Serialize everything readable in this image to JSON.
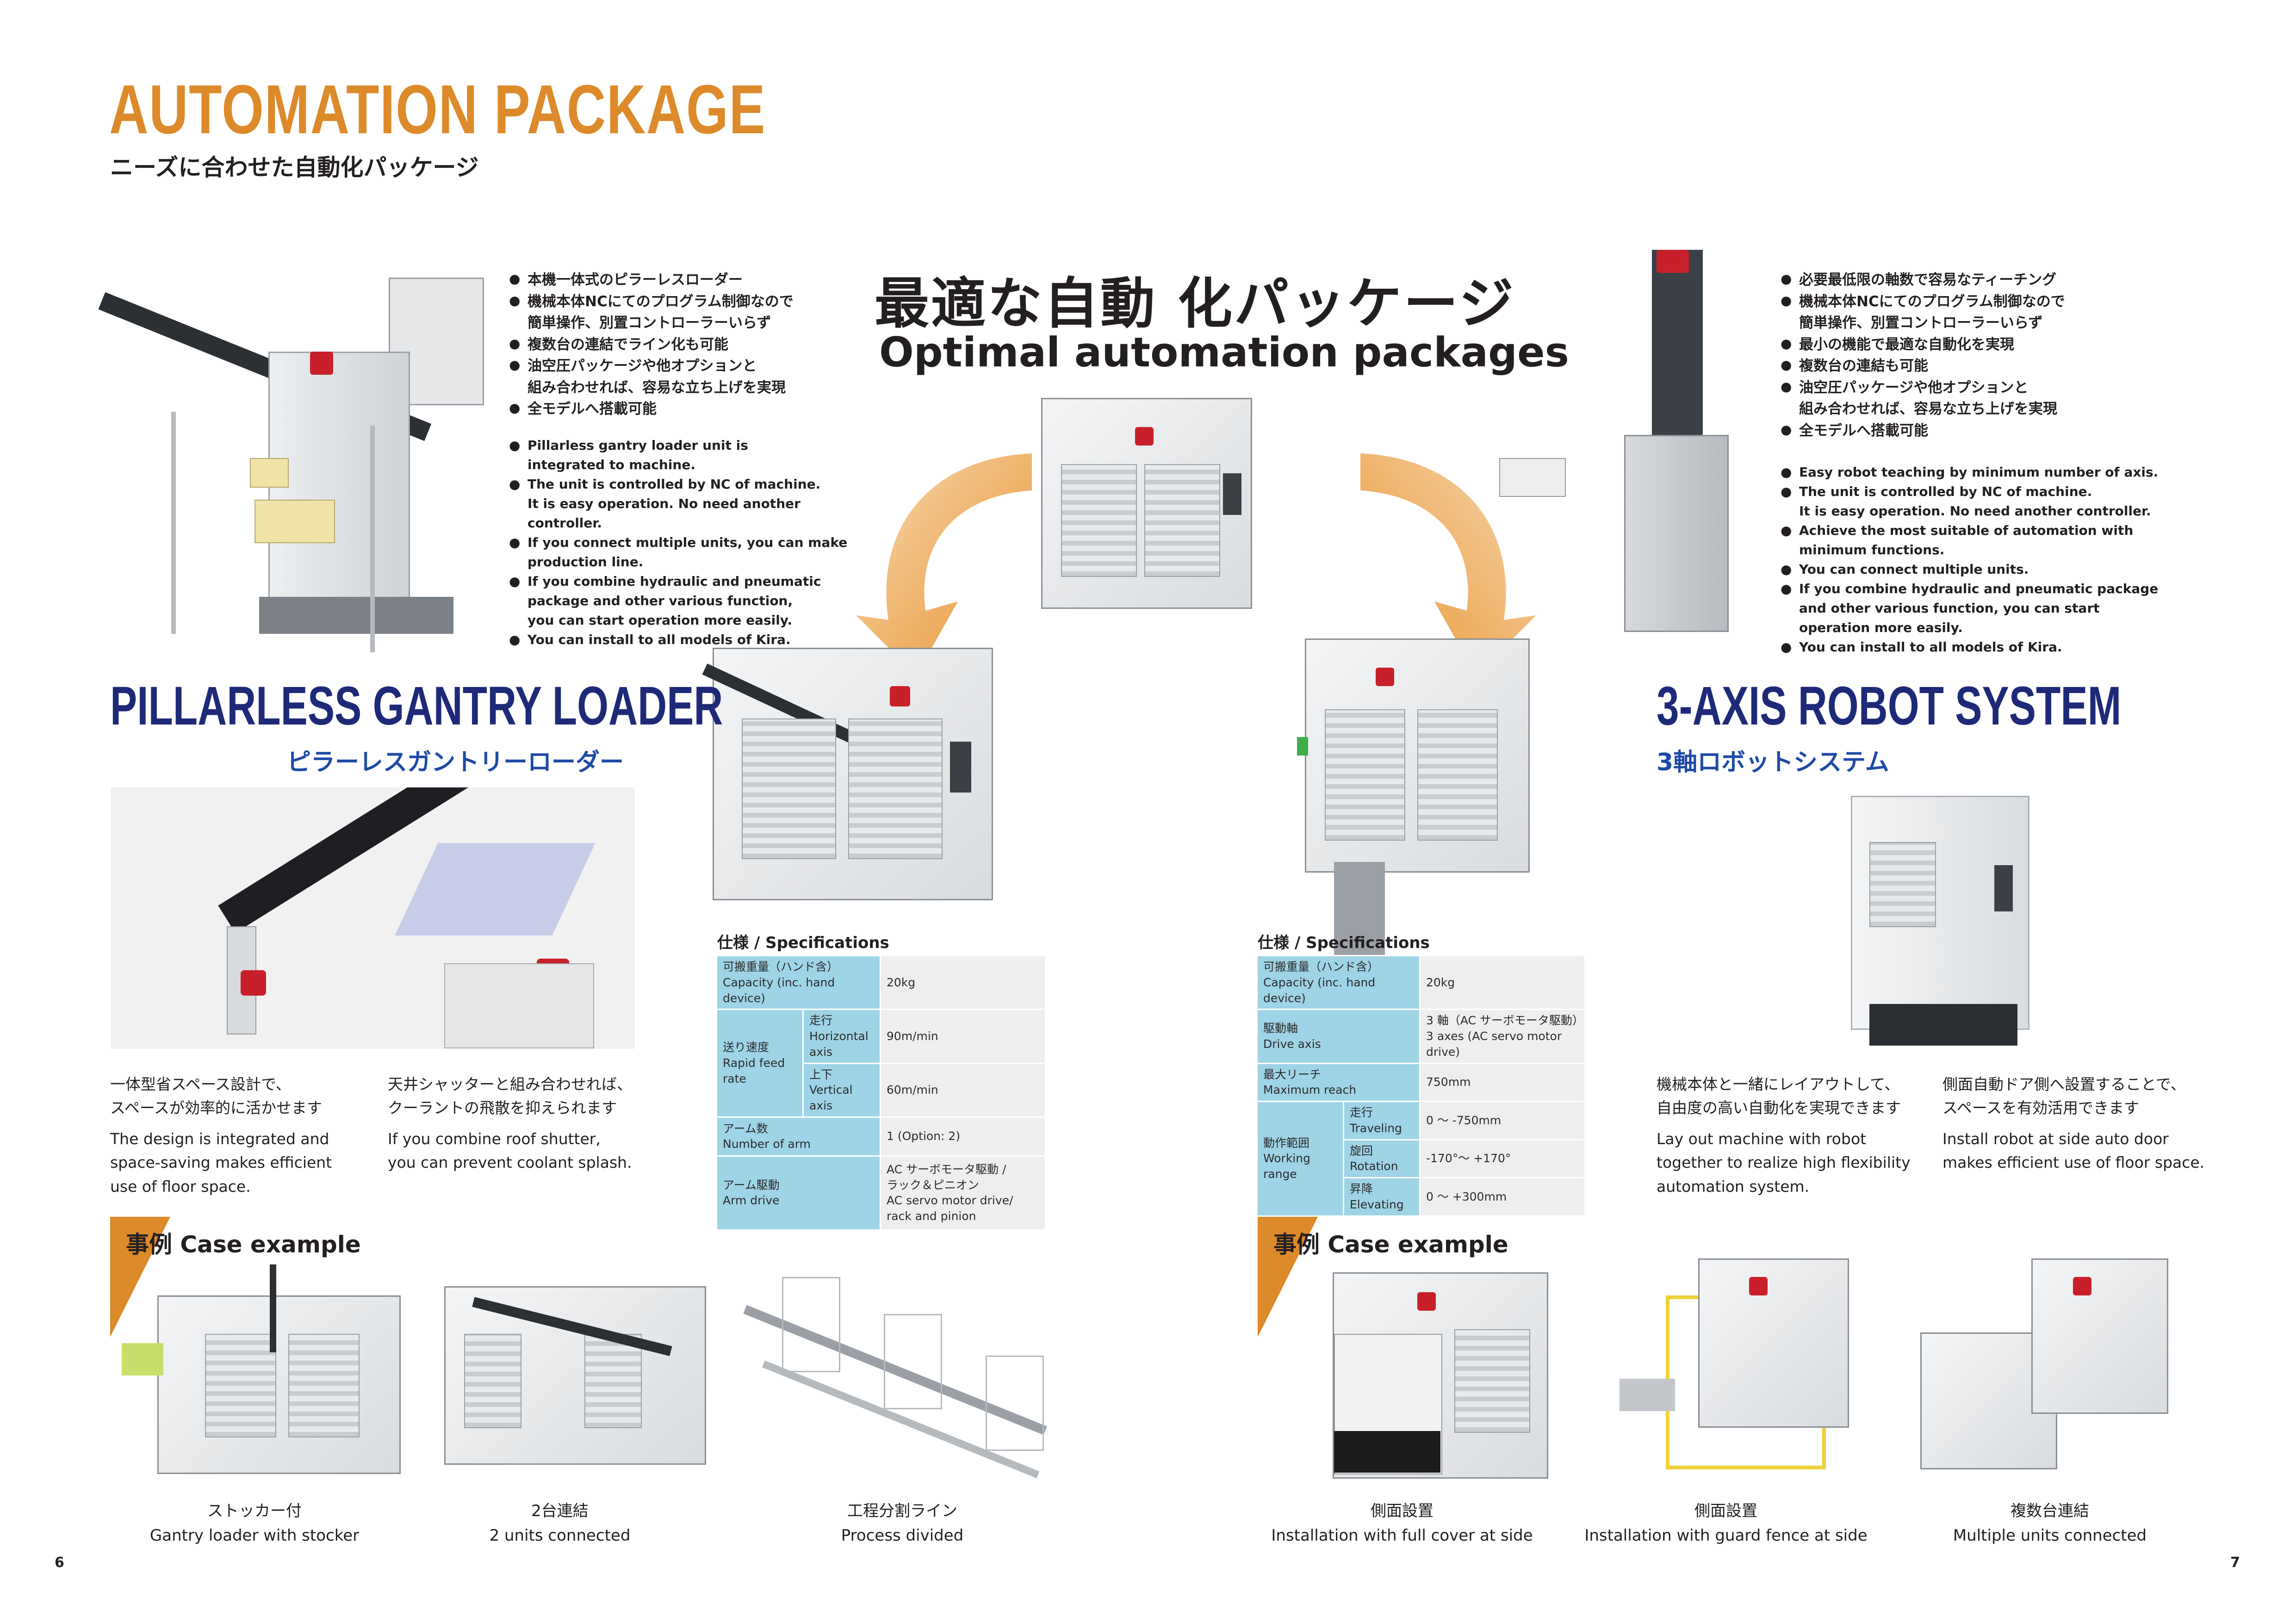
{
  "header": {
    "title": "AUTOMATION PACKAGE",
    "subtitle": "ニーズに合わせた自動化パッケージ"
  },
  "center": {
    "title_jp": "最適な自動 化パッケージ",
    "title_en": "Optimal automation packages"
  },
  "gantry": {
    "bullets_jp": [
      "本機一体式のピラーレスローダー",
      "機械本体NCにてのプログラム制御なので",
      "簡単操作、別置コントローラーいらず",
      "複数台の連結でライン化も可能",
      "油空圧パッケージや他オプションと",
      "組み合わせれば、容易な立ち上げを実現",
      "全モデルへ搭載可能"
    ],
    "bullets_en": [
      "Pillarless gantry loader unit is",
      "integrated to machine.",
      "The unit is controlled by NC of machine.",
      "It is easy operation. No need another controller.",
      "If you connect multiple units, you can make",
      "production line.",
      "If you combine hydraulic and pneumatic",
      "package and other various function,",
      "you can start operation more easily.",
      "You can install to all models of Kira."
    ],
    "title": "PILLARLESS GANTRY LOADER",
    "subtitle": "ピラーレスガントリーローダー",
    "captions": [
      {
        "jp1": "一体型省スペース設計で、",
        "jp2": "スペースが効率的に活かせます",
        "en1": "The design is integrated and",
        "en2": "space-saving makes efficient",
        "en3": "use of floor space."
      },
      {
        "jp1": "天井シャッターと組み合わせれば、",
        "jp2": "クーラントの飛散を抑えられます",
        "en1": "If you combine roof shutter,",
        "en2": "you can prevent coolant splash.",
        "en3": ""
      }
    ],
    "spec_heading": "仕様 / Specifications",
    "spec": {
      "capacity_jp": "可搬重量（ハンド含）",
      "capacity_en": "Capacity (inc. hand device)",
      "capacity_val": "20kg",
      "rapid_jp": "送り速度",
      "rapid_en1": "Rapid feed",
      "rapid_en2": "rate",
      "horiz_jp": "走行",
      "horiz_en": "Horizontal axis",
      "horiz_val": "90m/min",
      "vert_jp": "上下",
      "vert_en": "Vertical axis",
      "vert_val": "60m/min",
      "arms_jp": "アーム数",
      "arms_en": "Number of arm",
      "arms_val": "1 (Option: 2)",
      "drive_jp": "アーム駆動",
      "drive_en": "Arm drive",
      "drive_val1": "AC サーボモータ駆動 /",
      "drive_val2": "ラック＆ピニオン",
      "drive_val3": "AC servo motor drive/",
      "drive_val4": "rack and pinion"
    },
    "case_label_jp": "事例",
    "case_label_en": "Case example",
    "cases": [
      {
        "jp": "ストッカー付",
        "en": "Gantry loader with stocker"
      },
      {
        "jp": "2台連結",
        "en": "2 units connected"
      },
      {
        "jp": "工程分割ライン",
        "en": "Process divided"
      }
    ]
  },
  "robot": {
    "bullets_jp": [
      "必要最低限の軸数で容易なティーチング",
      "機械本体NCにてのプログラム制御なので",
      "簡単操作、別置コントローラーいらず",
      "最小の機能で最適な自動化を実現",
      "複数台の連結も可能",
      "油空圧パッケージや他オプションと",
      "組み合わせれば、容易な立ち上げを実現",
      "全モデルへ搭載可能"
    ],
    "bullets_en": [
      "Easy robot teaching by minimum number of axis.",
      "The unit is controlled by NC of machine.",
      "It is easy operation. No need another controller.",
      "Achieve the most suitable of automation with",
      "minimum functions.",
      "You can connect multiple units.",
      "If you combine hydraulic and pneumatic package",
      "and other various function, you can start",
      "operation more easily.",
      "You can install to all models of Kira."
    ],
    "title": "3-AXIS ROBOT SYSTEM",
    "subtitle": "3軸ロボットシステム",
    "captions": [
      {
        "jp1": "機械本体と一緒にレイアウトして、",
        "jp2": "自由度の高い自動化を実現できます",
        "en1": "Lay out machine with robot",
        "en2": "together to realize high flexibility",
        "en3": "automation system."
      },
      {
        "jp1": "側面自動ドア側へ設置することで、",
        "jp2": "スペースを有効活用できます",
        "en1": "Install robot at side auto door",
        "en2": "makes efficient use of floor space.",
        "en3": ""
      }
    ],
    "spec_heading": "仕様 / Specifications",
    "spec": {
      "capacity_jp": "可搬重量（ハンド含）",
      "capacity_en": "Capacity (inc. hand device)",
      "capacity_val": "20kg",
      "drive_jp": "駆動軸",
      "drive_en": "Drive axis",
      "drive_val1": "3 軸（AC サーボモータ駆動）",
      "drive_val2": "3 axes (AC servo motor drive)",
      "reach_jp": "最大リーチ",
      "reach_en": "Maximum reach",
      "reach_val": "750mm",
      "range_jp": "動作範囲",
      "range_en": "Working range",
      "trav_jp": "走行",
      "trav_en": "Traveling",
      "trav_val": "0 ～ -750mm",
      "rot_jp": "旋回",
      "rot_en": "Rotation",
      "rot_val": "-170°～ +170°",
      "elev_jp": "昇降",
      "elev_en": "Elevating",
      "elev_val": "0 ～ +300mm"
    },
    "case_label_jp": "事例",
    "case_label_en": "Case example",
    "cases": [
      {
        "jp": "側面設置",
        "en": "Installation with full cover at side"
      },
      {
        "jp": "側面設置",
        "en": "Installation with guard fence at side"
      },
      {
        "jp": "複数台連結",
        "en": "Multiple units connected"
      }
    ]
  },
  "pages": {
    "left": "6",
    "right": "7"
  },
  "colors": {
    "accent_orange": "#dd8a2a",
    "title_navy": "#1e2a78",
    "table_label": "#9fd3e6",
    "table_value": "#eeeeee"
  }
}
